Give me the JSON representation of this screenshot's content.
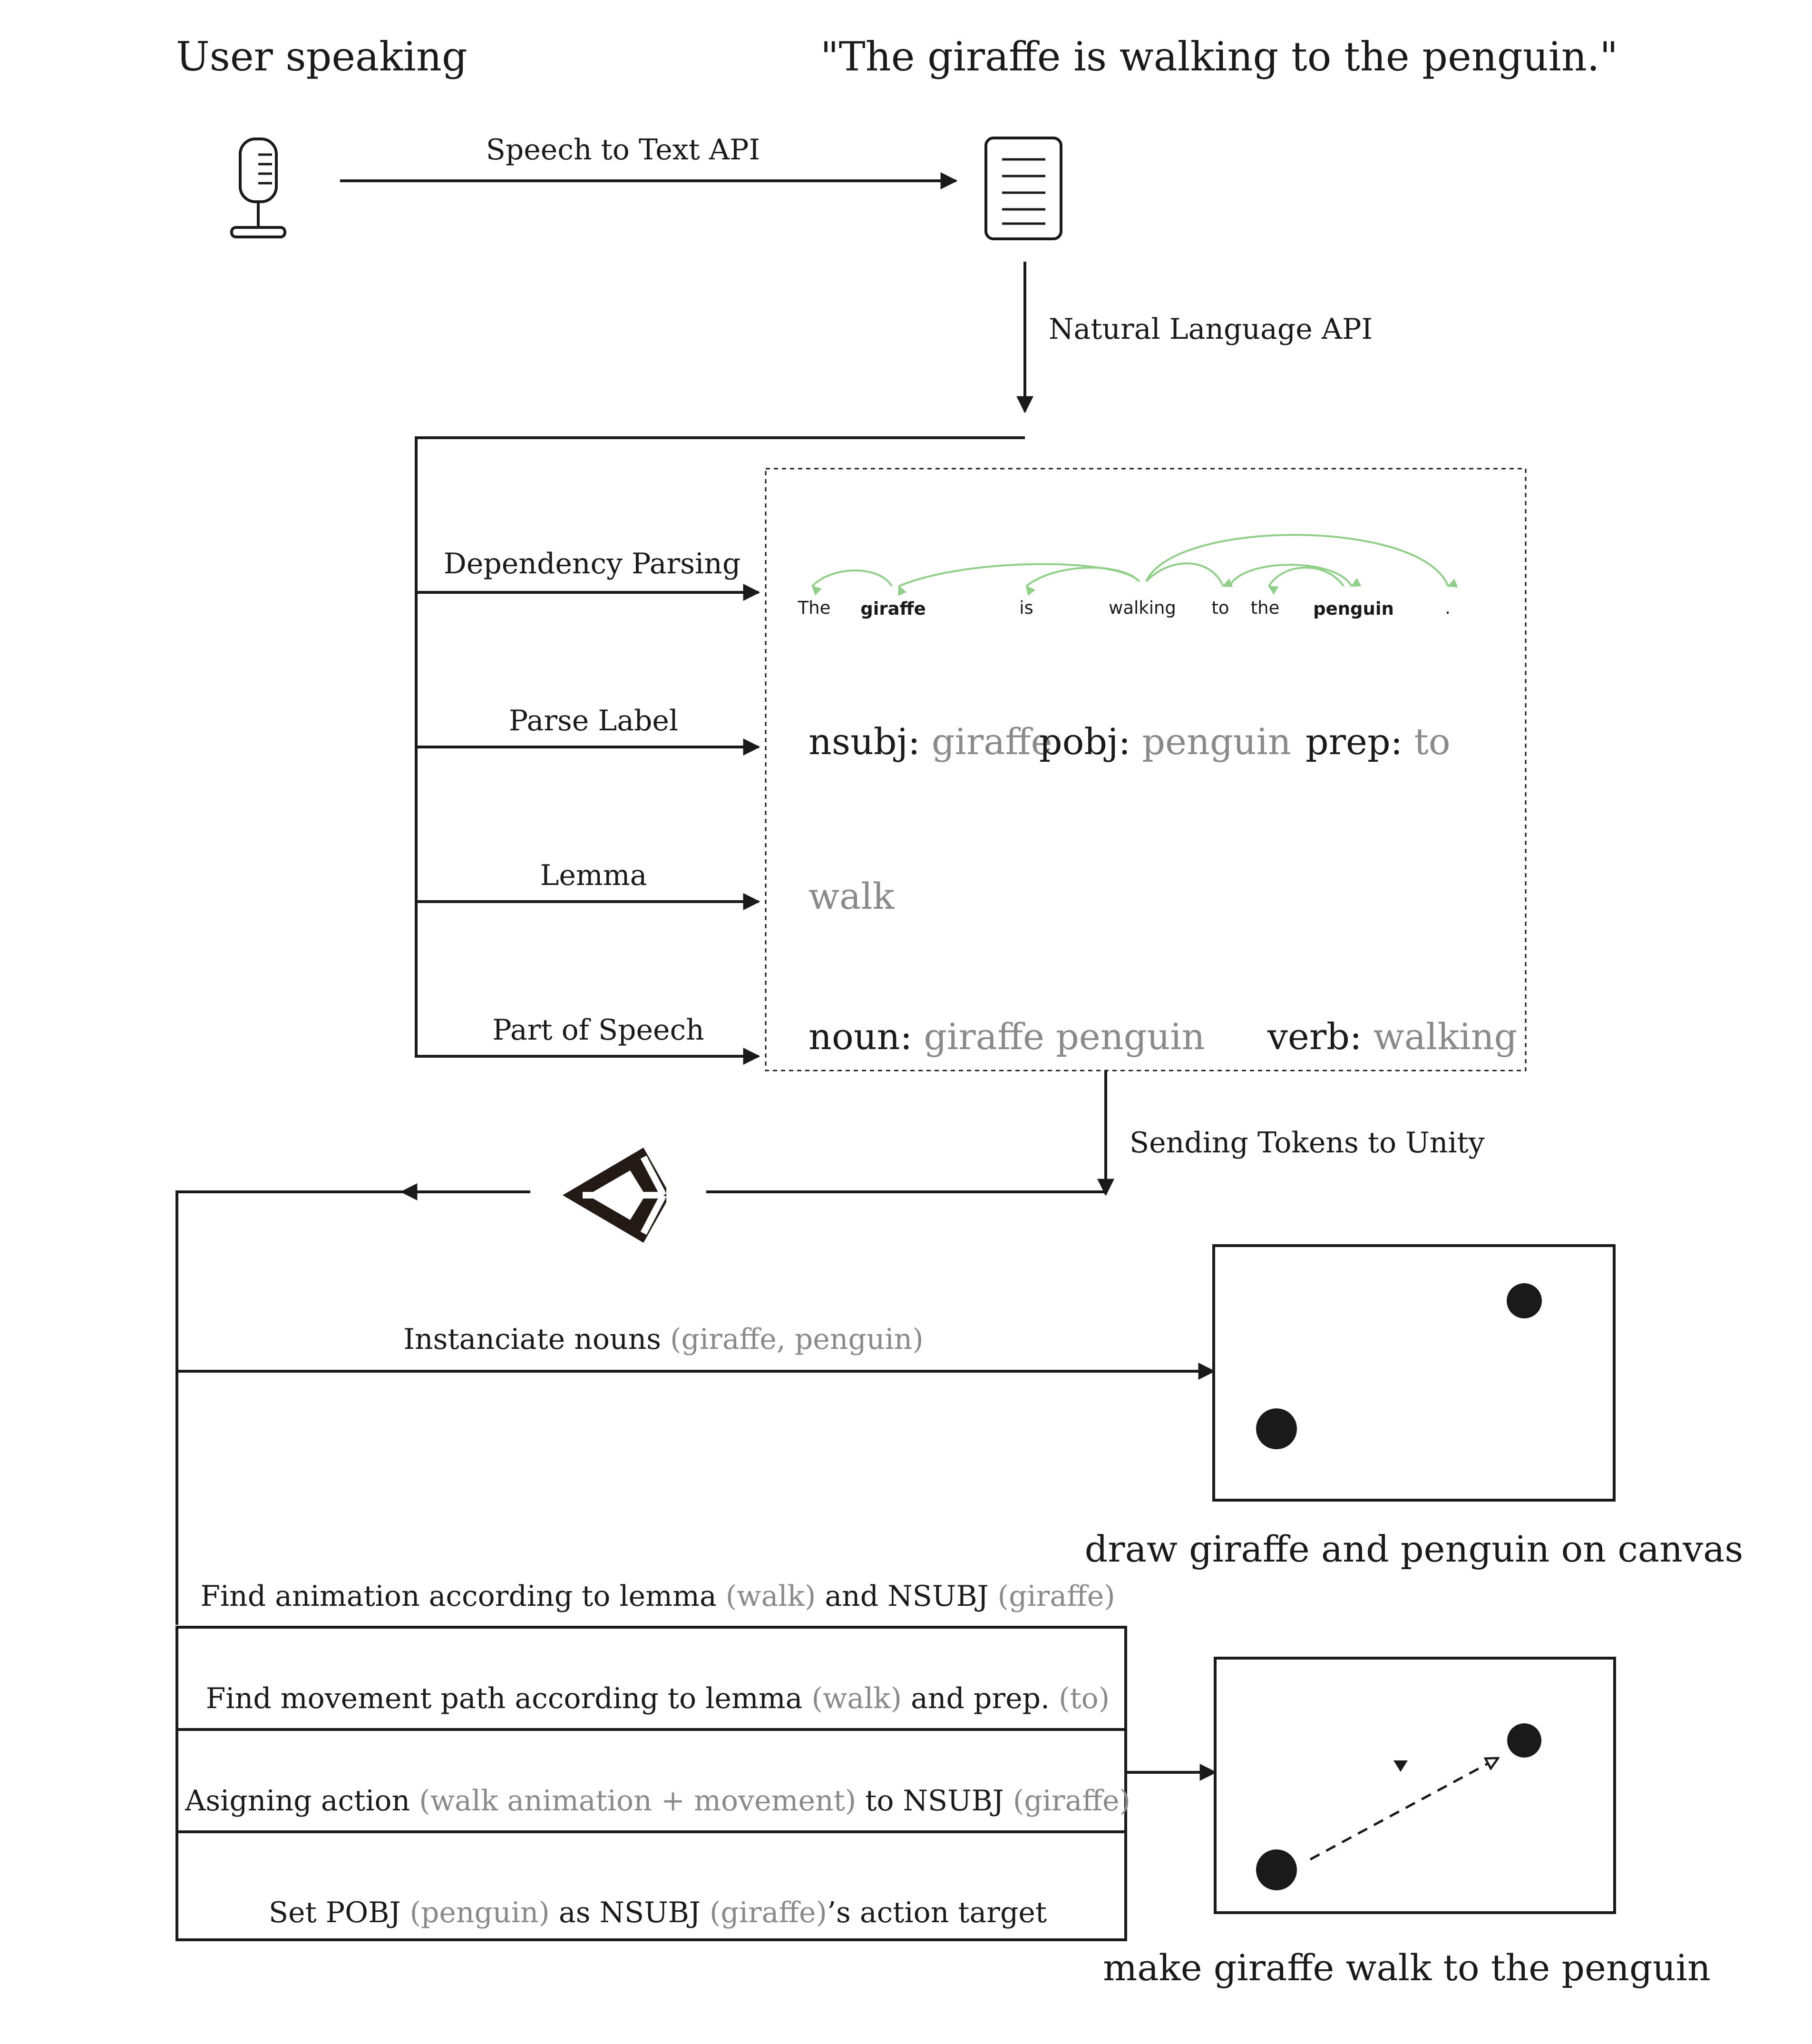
{
  "header": {
    "user_label": "User speaking",
    "quote": "\"The giraffe is walking to the penguin.\""
  },
  "steps": {
    "speech_to_text": "Speech to Text API",
    "natural_language": "Natural Language API",
    "sending_tokens": "Sending Tokens to Unity"
  },
  "analysis": {
    "dependency_parsing": "Dependency Parsing",
    "parse_label": "Parse Label",
    "lemma": "Lemma",
    "part_of_speech": "Part of Speech"
  },
  "dependency_tokens": [
    "The",
    "giraffe",
    "is",
    "walking",
    "to",
    "the",
    "penguin",
    "."
  ],
  "parse_labels": {
    "nsubj_key": "nsubj:",
    "nsubj_val": "giraffe",
    "pobj_key": "pobj:",
    "pobj_val": "penguin",
    "prep_key": "prep:",
    "prep_val": "to"
  },
  "lemma_value": "walk",
  "pos": {
    "noun_key": "noun:",
    "noun_val1": "giraffe",
    "noun_val2": "penguin",
    "verb_key": "verb:",
    "verb_val": "walking"
  },
  "unity": {
    "instantiate": {
      "text": "Instanciate nouns ",
      "hl": "(giraffe, penguin)"
    },
    "canvas1_caption": "draw giraffe and penguin on canvas",
    "find_animation": {
      "t1": "Find animation according to lemma ",
      "h1": "(walk)",
      "t2": " and NSUBJ ",
      "h2": "(giraffe)"
    },
    "find_movement": {
      "t1": "Find movement path according to lemma ",
      "h1": "(walk)",
      "t2": " and prep. ",
      "h2": "(to)"
    },
    "assign_action": {
      "t1": "Asigning action ",
      "h1": "(walk animation + movement)",
      "t2": " to NSUBJ ",
      "h2": "(giraffe)"
    },
    "set_pobj": {
      "t1": "Set POBJ ",
      "h1": "(penguin)",
      "t2": " as NSUBJ ",
      "h2": "(giraffe)",
      "t3": "’s action target"
    },
    "canvas2_caption": "make giraffe walk to the penguin"
  },
  "colors": {
    "ink": "#1a1a1a",
    "muted": "#8a8a8a",
    "arc": "#8fcf88"
  },
  "icons": [
    "microphone-icon",
    "document-icon",
    "unity-logo-icon"
  ]
}
